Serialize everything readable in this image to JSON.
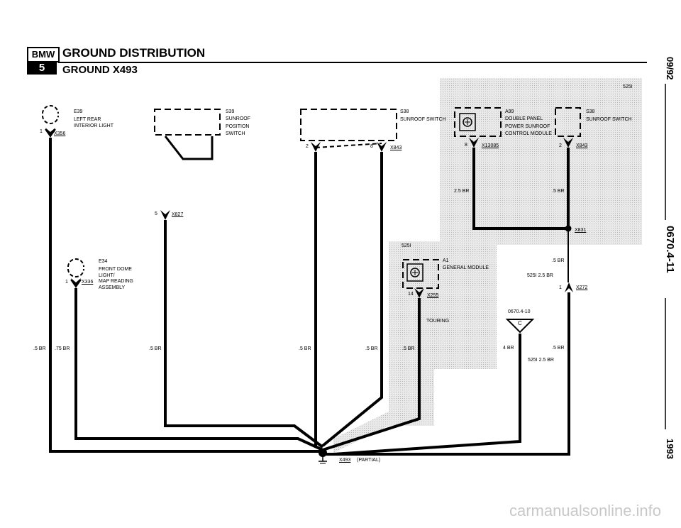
{
  "header": {
    "logo_text": "BMW",
    "series_text": "5",
    "title": "GROUND DISTRIBUTION",
    "subtitle": "GROUND X493"
  },
  "side": {
    "date": "09/92",
    "page": "0670.4-11",
    "year": "1993"
  },
  "code_badges": [
    "525I",
    "525I",
    "525I  2.5 BR",
    "525I  2.5 BR"
  ],
  "components": {
    "e39": {
      "id": "E39",
      "line1": "LEFT REAR",
      "line2": "INTERIOR LIGHT",
      "pin": "1",
      "connector": "X356"
    },
    "e34": {
      "id": "E34",
      "line1": "FRONT DOME",
      "line2": "LIGHT/",
      "line3": "MAP READING",
      "line4": "ASSEMBLY",
      "pin": "1",
      "connector": "X336"
    },
    "s39": {
      "id": "S39",
      "line1": "SUNROOF",
      "line2": "POSITION",
      "line3": "SWITCH",
      "pin": "5",
      "connector": "X827"
    },
    "s38a": {
      "id": "S38",
      "line1": "SUNROOF SWITCH",
      "pin_left": "2",
      "pin_right": "8",
      "connector": "X843"
    },
    "a99": {
      "id": "A99",
      "line1": "DOUBLE PANEL",
      "line2": "POWER SUNROOF",
      "line3": "CONTROL MODULE",
      "pin": "8",
      "connector": "X13085"
    },
    "s38b": {
      "id": "S38",
      "line1": "SUNROOF SWITCH",
      "pin": "2",
      "connector": "X843"
    },
    "a1": {
      "id": "A1",
      "line1": "GENERAL MODULE",
      "pin": "14",
      "connector": "X255"
    },
    "x831": {
      "connector": "X831"
    },
    "x272": {
      "pin": "1",
      "connector": "X272"
    },
    "ref": {
      "text": "0670.4-10",
      "marker": "C"
    },
    "ground": {
      "connector": "X493",
      "note": "(PARTIAL)"
    }
  },
  "wire_labels": {
    "w1": ".5 BR",
    "w2": ".75 BR",
    "w3": ".5 BR",
    "w4": ".5 BR",
    "w5": ".5 BR",
    "w6": ".5 BR",
    "w7": "2.5 BR",
    "w8": ".5 BR",
    "w9": ".5 BR",
    "w10": "4 BR",
    "w11": ".5 BR",
    "touring": "TOURING"
  },
  "watermark": "carmanualsonline.info"
}
